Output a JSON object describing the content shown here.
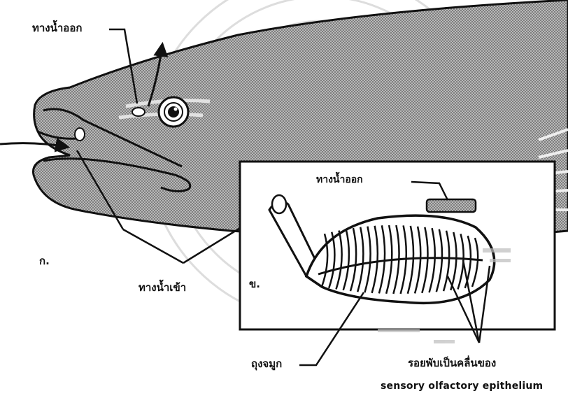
{
  "labels": {
    "outlet_a": "ทางน้ำออก",
    "outlet_b": "ทางน้ำออก",
    "inlet": "ทางน้ำเข้า",
    "panel_a": "ก.",
    "panel_b": "ข.",
    "nasal_sac": "ถุงจมูก",
    "olfactory_folds": "รอยพับเป็นคลื่นของ",
    "olfactory_epithelium_en": "sensory olfactory epithelium"
  },
  "colors": {
    "ink": "#111111",
    "fish_fill": "#9a9a9a",
    "background": "#ffffff",
    "stamp": "#c8c8c8"
  }
}
